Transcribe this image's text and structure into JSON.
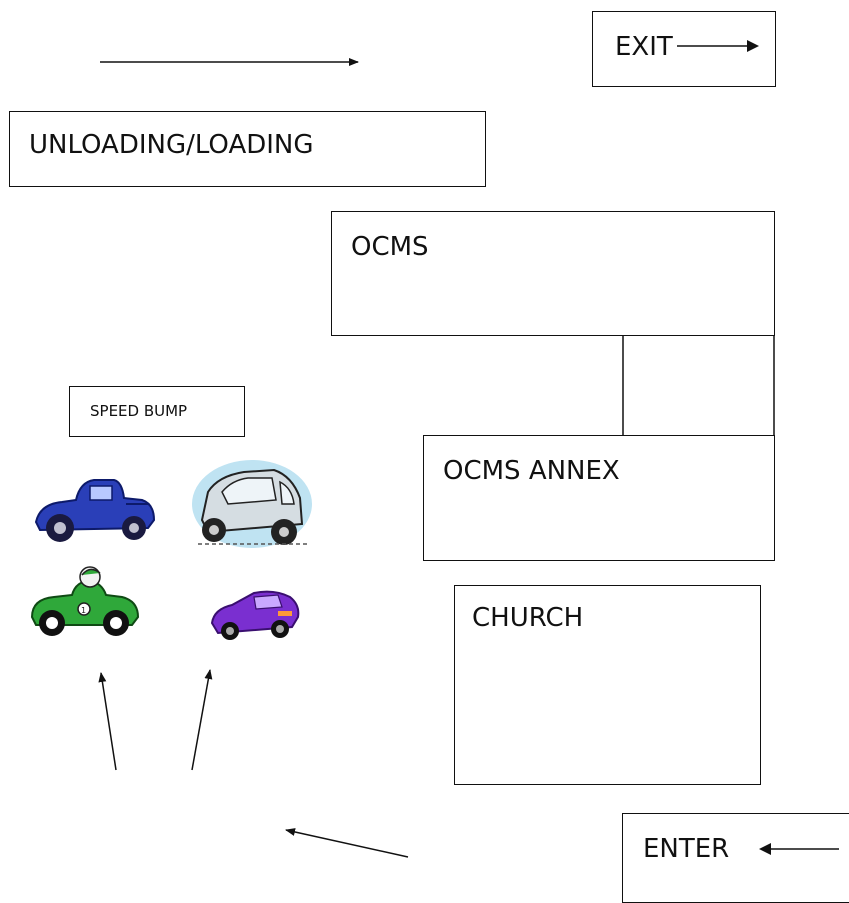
{
  "labels": {
    "exit": "EXIT",
    "unloading": "UNLOADING/LOADING",
    "ocms": "OCMS",
    "speed_bump": "SPEED BUMP",
    "ocms_annex": "OCMS ANNEX",
    "church": "CHURCH",
    "enter": "ENTER"
  },
  "icons": [
    "blue-hot-rod-car-icon",
    "gray-sedan-car-icon",
    "green-race-car-icon",
    "purple-sports-car-icon"
  ],
  "colors": {
    "line": "#111111",
    "blue_car": "#2a3fb8",
    "gray_car": "#d5dde2",
    "green_car": "#2fa83a",
    "purple_car": "#7a2fd0"
  }
}
